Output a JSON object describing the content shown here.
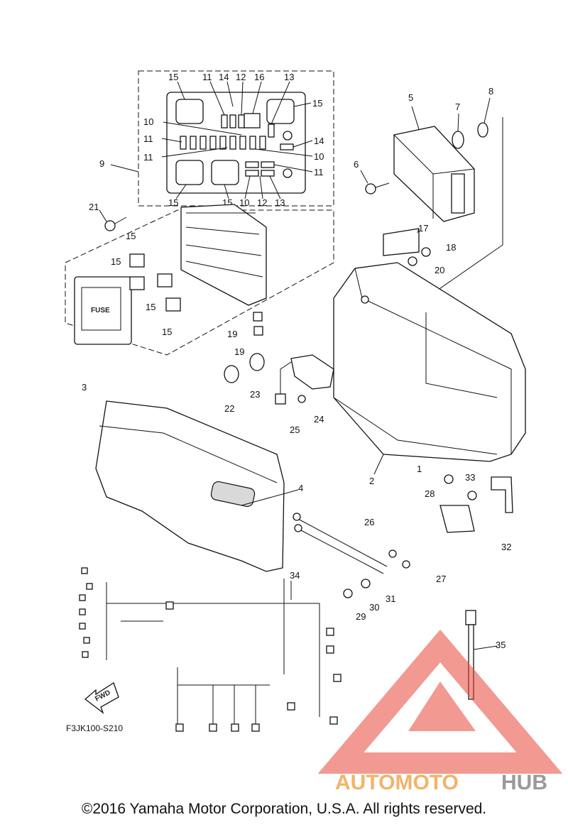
{
  "labels": {
    "fusebox_top": [
      "15",
      "11",
      "14",
      "12",
      "16",
      "13",
      "15",
      "10",
      "11",
      "14",
      "11",
      "10",
      "11",
      "15",
      "15",
      "10",
      "12",
      "13"
    ],
    "refs": {
      "r1": "1",
      "r2": "2",
      "r3": "3",
      "r4": "4",
      "r5": "5",
      "r6": "6",
      "r7": "7",
      "r8": "8",
      "r9": "9",
      "r17": "17",
      "r18": "18",
      "r19a": "19",
      "r19b": "19",
      "r20": "20",
      "r21": "21",
      "r15a": "15",
      "r15b": "15",
      "r15c": "15",
      "r15d": "15",
      "r22": "22",
      "r23": "23",
      "r24": "24",
      "r25": "25",
      "r26": "26",
      "r27": "27",
      "r28": "28",
      "r29": "29",
      "r30": "30",
      "r31": "31",
      "r32": "32",
      "r33": "33",
      "r34": "34",
      "r35": "35"
    },
    "fuse_cover_text": "FUSE",
    "fwd_text": "FWD",
    "diagram_code": "F3JK100-S210"
  },
  "watermark": {
    "part1": "AUTOMOTO",
    "part2": "HUB",
    "colors": {
      "triangle": "#e8463a",
      "auto": "#f2b36a",
      "hub": "#9a9a9a"
    }
  },
  "copyright": "©2016 Yamaha Motor Corporation, U.S.A. All rights reserved."
}
